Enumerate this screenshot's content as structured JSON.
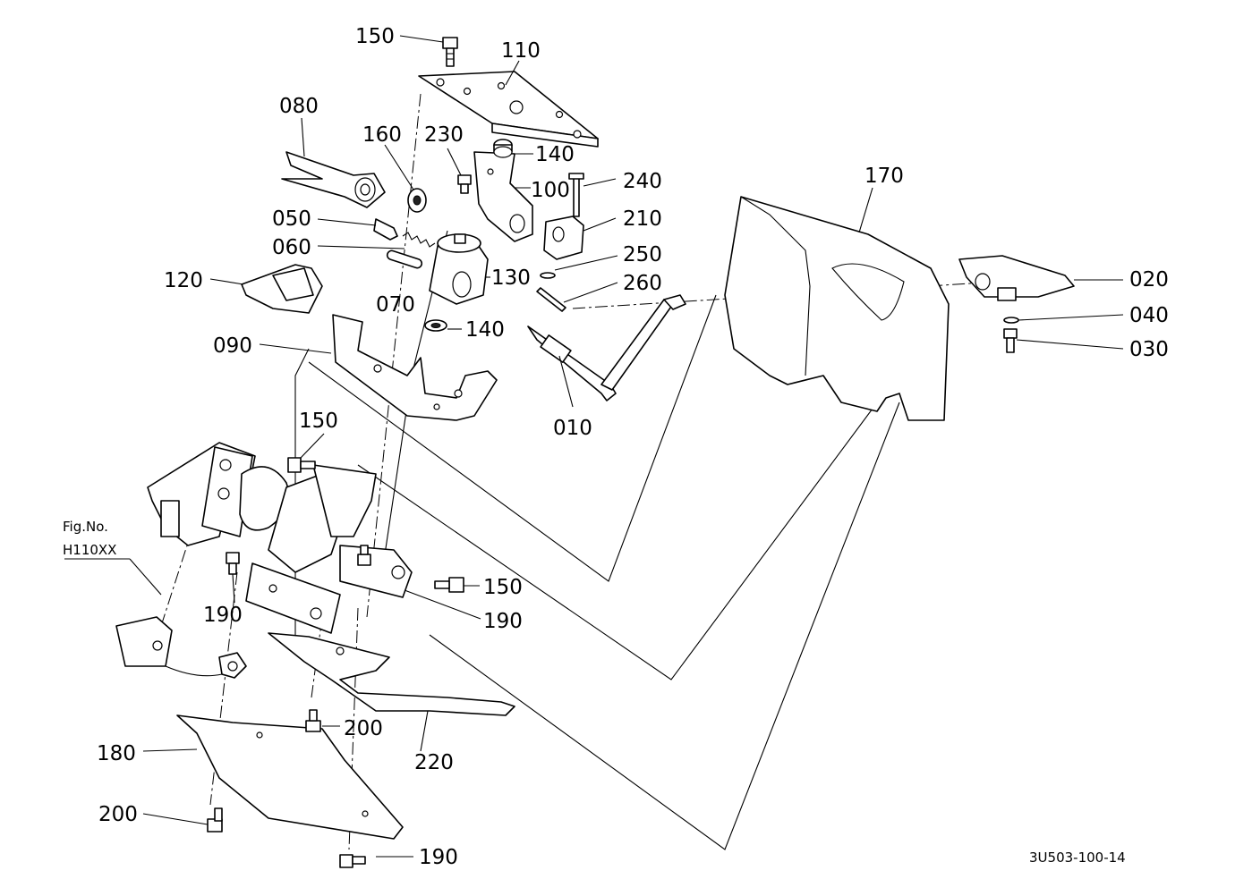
{
  "callouts": {
    "c010": "010",
    "c020": "020",
    "c030": "030",
    "c040": "040",
    "c050": "050",
    "c060": "060",
    "c070": "070",
    "c080": "080",
    "c090": "090",
    "c100": "100",
    "c110": "110",
    "c120": "120",
    "c130": "130",
    "c140a": "140",
    "c140b": "140",
    "c150a": "150",
    "c150b": "150",
    "c150c": "150",
    "c160": "160",
    "c170": "170",
    "c180": "180",
    "c190a": "190",
    "c190b": "190",
    "c190c": "190",
    "c200a": "200",
    "c200b": "200",
    "c210": "210",
    "c220": "220",
    "c230": "230",
    "c240": "240",
    "c250": "250",
    "c260": "260"
  },
  "fig_ref": {
    "line1": "Fig.No.",
    "line2": "H110XX"
  },
  "drawing_number": "3U503-100-14"
}
